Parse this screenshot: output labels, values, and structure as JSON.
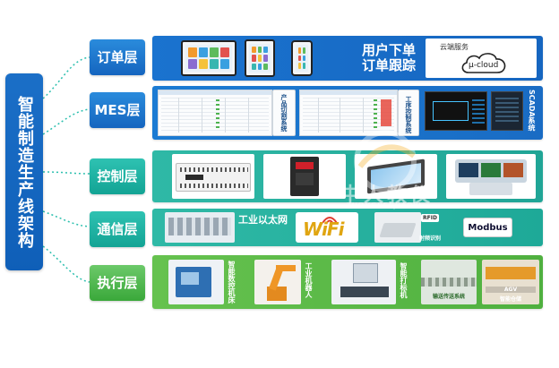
{
  "side_title": "智能制造生产线架构",
  "layers": [
    {
      "name": "订单层"
    },
    {
      "name": "MES层"
    },
    {
      "name": "控制层"
    },
    {
      "name": "通信层"
    },
    {
      "name": "执行层"
    }
  ],
  "order": {
    "line1": "用户下单",
    "line2": "订单跟踪",
    "cloud_caption": "云端服务",
    "cloud_brand": "μ-cloud"
  },
  "mes": {
    "label_a": "产品切割系统",
    "label_b": "工序控制系统",
    "scada": "SCADA系统"
  },
  "comm": {
    "ethernet": "工业以太网",
    "wifi": "WiFi",
    "rfid_sub": "射频识别",
    "rfid_tag": "RFID",
    "modbus": "Modbus"
  },
  "exec": {
    "cnc": "智能数控机床",
    "robot": "工业机器人",
    "laser": "智能打标机",
    "conveyor": "输送传送系统",
    "agv": "AGV",
    "agv_sub": "智能仓储"
  },
  "watermark": {
    "text": "中人教仪",
    "sub": "ZHONGRENJIAOYI"
  },
  "colors": {
    "blue": "#1a6cc4",
    "teal": "#20a596",
    "green": "#4fb03f"
  }
}
